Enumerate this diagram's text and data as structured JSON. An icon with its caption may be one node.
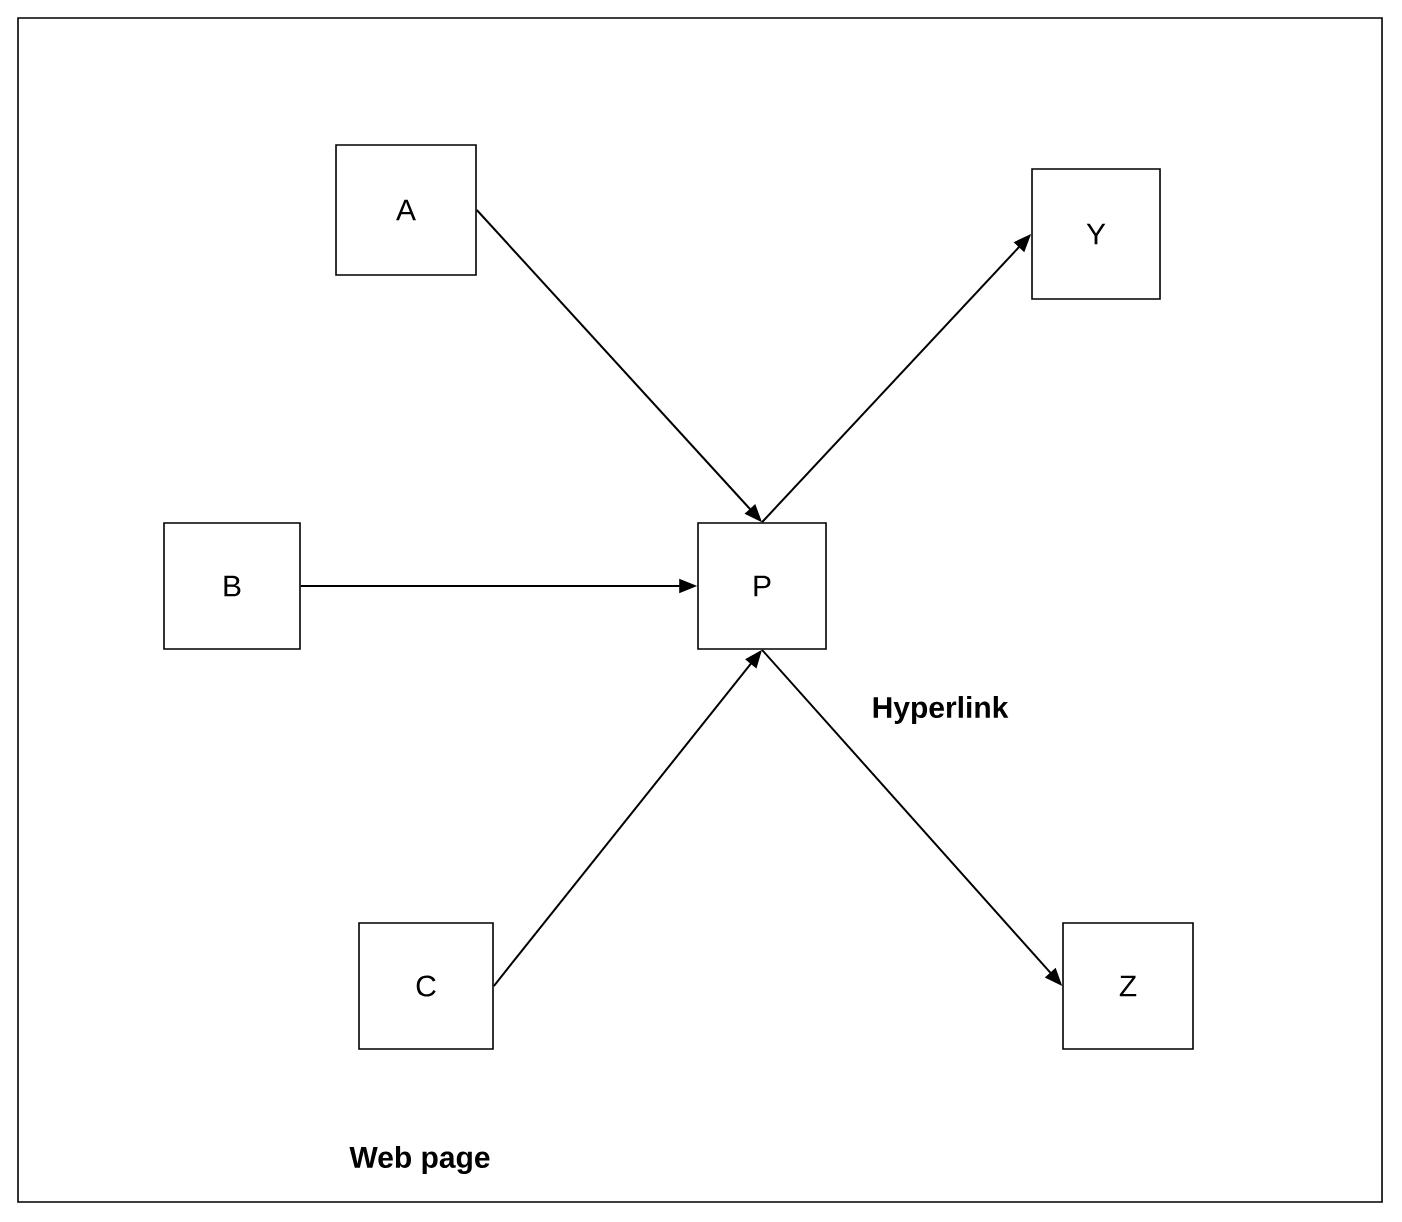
{
  "diagram": {
    "nodes": [
      {
        "text": [
          "A"
        ]
      },
      {
        "text": [
          "Y"
        ]
      },
      {
        "text": [
          "B"
        ]
      },
      {
        "text": [
          "P"
        ]
      },
      {
        "text": [
          "C"
        ]
      },
      {
        "text": [
          "Z"
        ]
      }
    ],
    "edges": [
      {
        "from": 0,
        "to": 3,
        "arrow": "to"
      },
      {
        "from": 2,
        "to": 3,
        "arrow": "to"
      },
      {
        "from": 4,
        "to": 3,
        "arrow": "to"
      },
      {
        "from": 3,
        "to": 1,
        "arrow": "to"
      },
      {
        "from": 3,
        "to": 5,
        "arrow": "to"
      }
    ],
    "labels": [
      "Hyperlink",
      "Web page"
    ]
  }
}
